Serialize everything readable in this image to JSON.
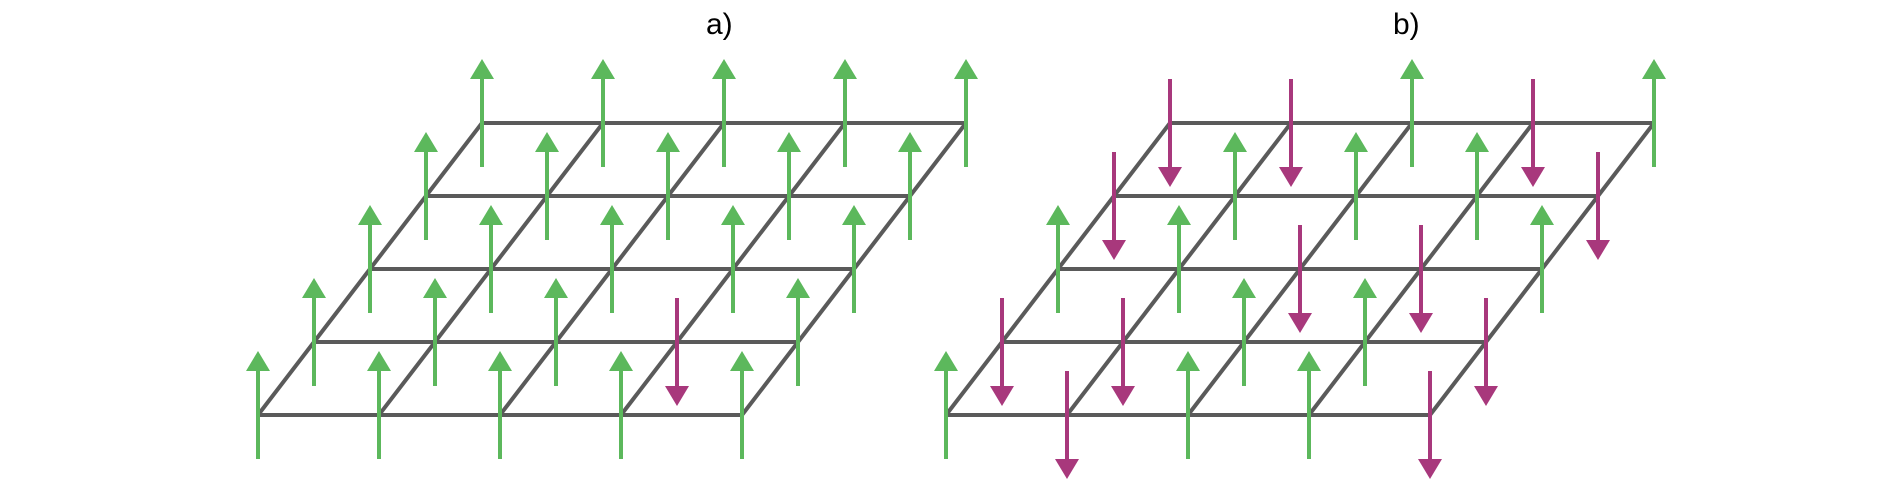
{
  "panels": [
    {
      "label": "a)",
      "rows": 5,
      "cols": 5,
      "spins": [
        [
          "up",
          "up",
          "up",
          "up",
          "up"
        ],
        [
          "up",
          "up",
          "up",
          "down",
          "up"
        ],
        [
          "up",
          "up",
          "up",
          "up",
          "up"
        ],
        [
          "up",
          "up",
          "up",
          "up",
          "up"
        ],
        [
          "up",
          "up",
          "up",
          "up",
          "up"
        ]
      ]
    },
    {
      "label": "b)",
      "rows": 5,
      "cols": 5,
      "spins": [
        [
          "up",
          "down",
          "up",
          "up",
          "down"
        ],
        [
          "down",
          "down",
          "up",
          "up",
          "down"
        ],
        [
          "up",
          "up",
          "down",
          "down",
          "up"
        ],
        [
          "down",
          "up",
          "up",
          "up",
          "down"
        ],
        [
          "down",
          "down",
          "up",
          "down",
          "up"
        ]
      ]
    }
  ],
  "colors": {
    "lattice": "#5a5a5a",
    "spin_up": "#5cb85c",
    "spin_down": "#a8387c"
  },
  "spin_states": [
    "up",
    "down"
  ]
}
